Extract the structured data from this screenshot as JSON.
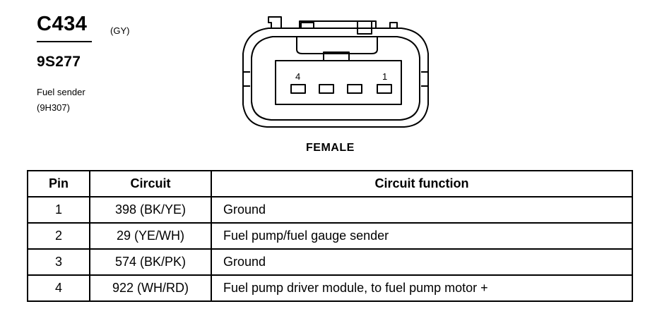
{
  "connector": {
    "id": "C434",
    "color_code": "(GY)",
    "part_number": "9S277",
    "description_line1": "Fuel sender",
    "description_line2": "(9H307)"
  },
  "drawing": {
    "pin_label_left": "4",
    "pin_label_right": "1",
    "gender": "FEMALE"
  },
  "table": {
    "headers": [
      "Pin",
      "Circuit",
      "Circuit function"
    ],
    "rows": [
      {
        "pin": "1",
        "circuit": "398 (BK/YE)",
        "function": "Ground"
      },
      {
        "pin": "2",
        "circuit": "29 (YE/WH)",
        "function": "Fuel pump/fuel gauge sender"
      },
      {
        "pin": "3",
        "circuit": "574 (BK/PK)",
        "function": "Ground"
      },
      {
        "pin": "4",
        "circuit": "922 (WH/RD)",
        "function": "Fuel pump driver module, to fuel pump motor +"
      }
    ]
  }
}
